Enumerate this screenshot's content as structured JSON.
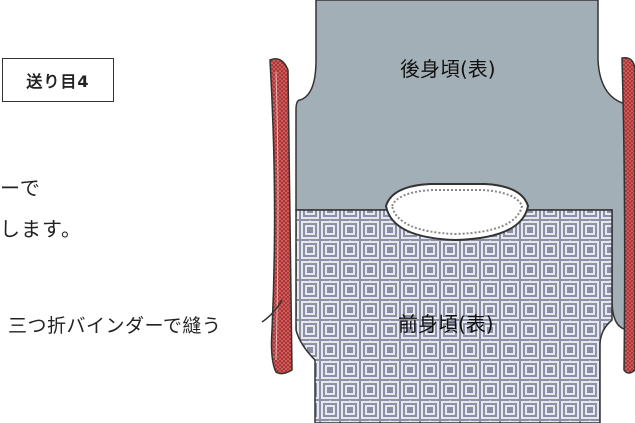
{
  "badge": {
    "label": "送り目4"
  },
  "instructions": {
    "line1": "ーで",
    "line2": "します。"
  },
  "labels": {
    "back_body": "後身頃(表)",
    "front_body": "前身頃(表)"
  },
  "callout": {
    "text": "三つ折バインダーで縫う"
  },
  "colors": {
    "back_fabric": "#a3afb6",
    "front_fabric_base": "#8b90a6",
    "front_fabric_lines": "#e6e8ee",
    "binding_red": "#d85a5a",
    "outline": "#333333"
  }
}
